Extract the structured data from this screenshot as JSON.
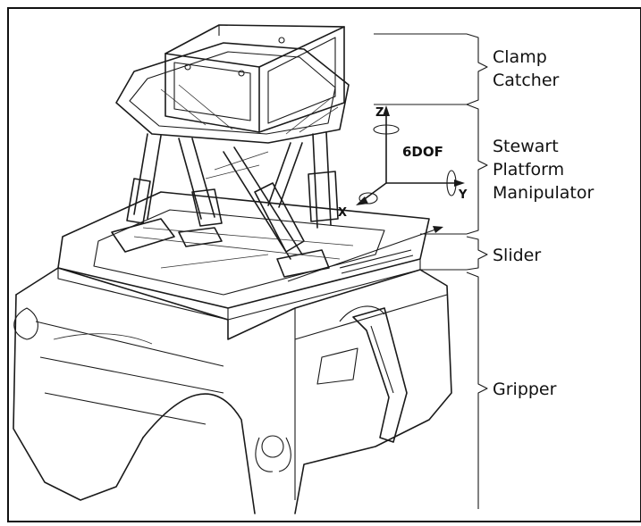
{
  "labels": {
    "clamp_catcher": [
      "Clamp",
      "Catcher"
    ],
    "stewart_platform": [
      "Stewart",
      "Platform",
      "Manipulator"
    ],
    "slider": "Slider",
    "gripper": "Gripper"
  },
  "axes": {
    "z": "Z",
    "y": "Y",
    "x": "X",
    "dof": "6DOF"
  },
  "colors": {
    "ink": "#1a1a1a",
    "background": "#ffffff"
  }
}
